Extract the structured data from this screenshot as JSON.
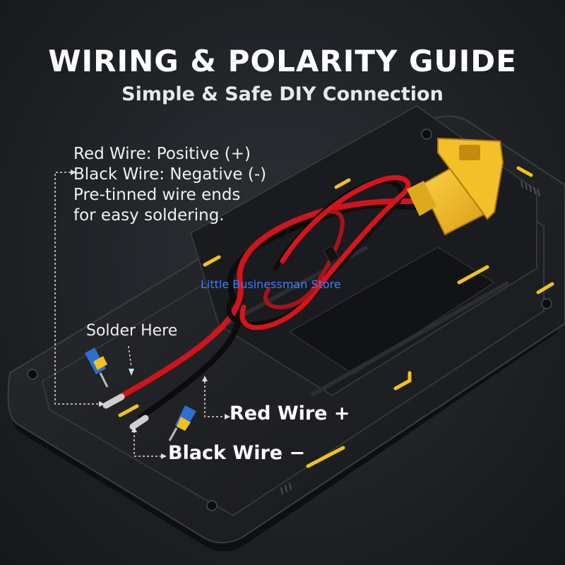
{
  "header": {
    "title": "WIRING & POLARITY GUIDE",
    "subtitle": "Simple & Safe DIY Connection"
  },
  "description": {
    "lines": [
      "Red Wire: Positive (+)",
      "Black Wire: Negative (-)",
      "Pre-tinned wire ends",
      "for easy soldering."
    ]
  },
  "callouts": {
    "solder": "Solder Here",
    "red_wire": "Red Wire +",
    "black_wire": "Black Wire −"
  },
  "watermark": "Little Businessman Store",
  "colors": {
    "background": "#1f2226",
    "board": "#1b1c1f",
    "accent_yellow": "#f2c21b",
    "connector": "#f0b81e",
    "red_wire": "#d8141b",
    "black_wire": "#111111",
    "watermark": "#3f7cff"
  }
}
